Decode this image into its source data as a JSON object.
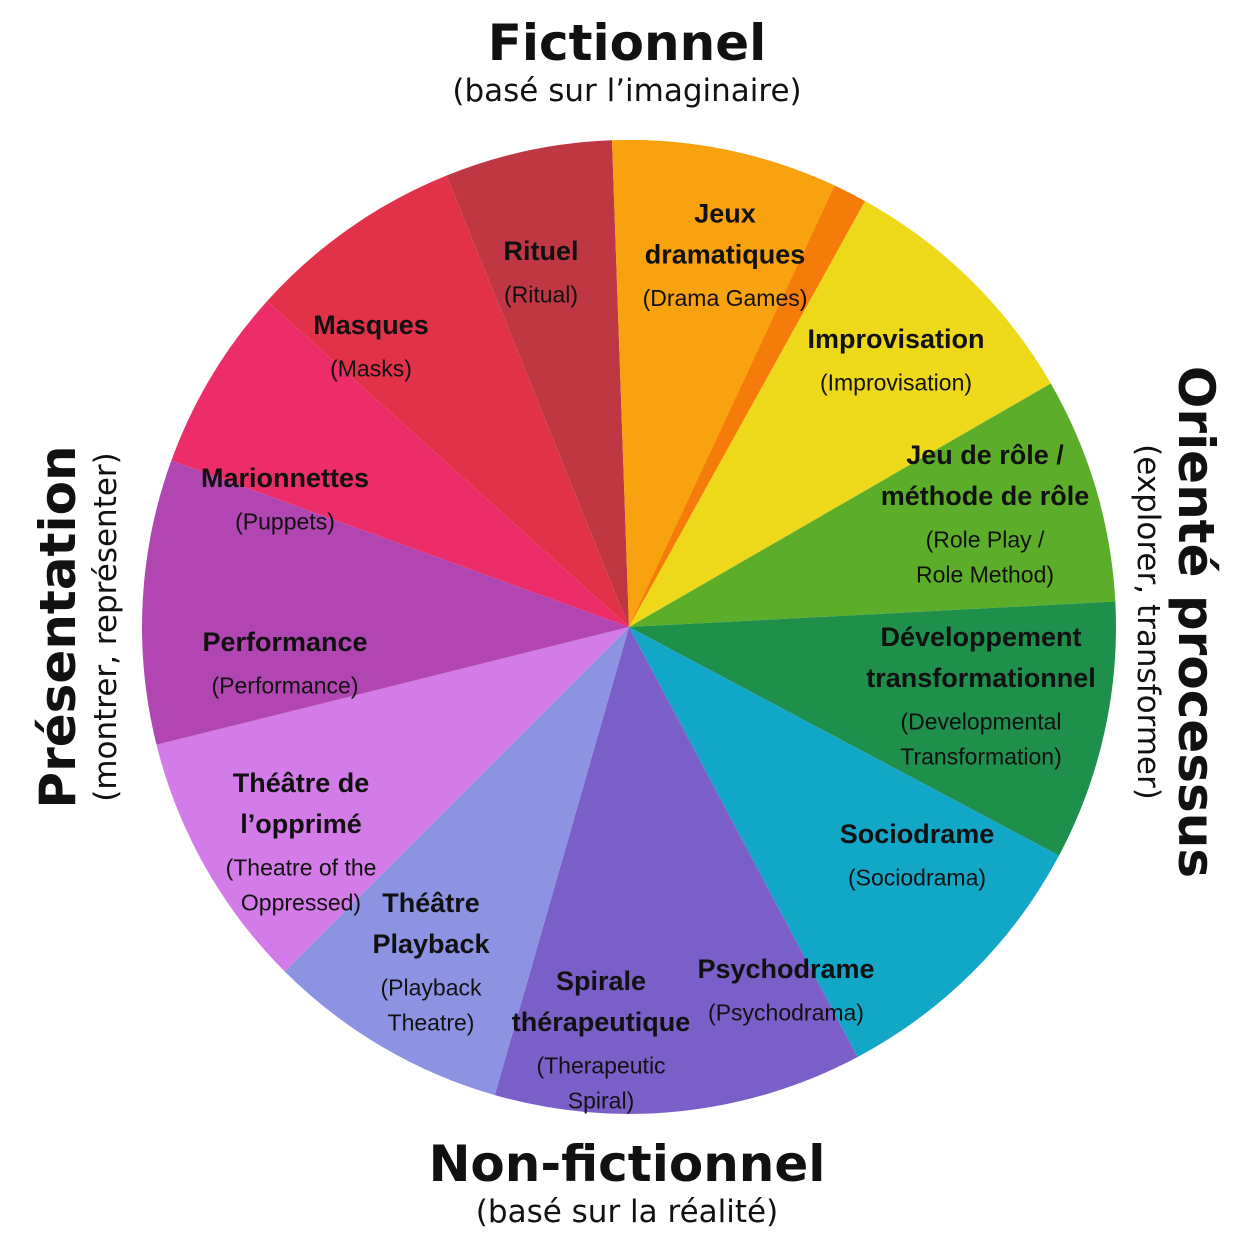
{
  "axes": {
    "top": {
      "title": "Fictionnel",
      "subtitle": "(basé sur l’imaginaire)"
    },
    "bottom": {
      "title": "Non-fictionnel",
      "subtitle": "(basé sur la réalité)"
    },
    "left": {
      "title": "Présentation",
      "subtitle": "(montrer, représenter)"
    },
    "right": {
      "title": "Orienté processus",
      "subtitle": "(explorer, transformer)"
    }
  },
  "segments": [
    {
      "id": "jeux-dramatiques",
      "name": [
        "Jeux",
        "dramatiques"
      ],
      "sub": [
        "(Drama Games)"
      ],
      "color": "#F57B0A"
    },
    {
      "id": "improvisation",
      "name": [
        "Improvisation"
      ],
      "sub": [
        "(Improvisation)"
      ],
      "color": "#EED81A"
    },
    {
      "id": "jeu-de-role",
      "name": [
        "Jeu de rôle /",
        "méthode de rôle"
      ],
      "sub": [
        "(Role Play /",
        "Role Method)"
      ],
      "color": "#5CAE2A"
    },
    {
      "id": "developpement-transformationnel",
      "name": [
        "Développement",
        "transformationnel"
      ],
      "sub": [
        "(Developmental",
        "Transformation)"
      ],
      "color": "#1F8F4C"
    },
    {
      "id": "sociodrame",
      "name": [
        "Sociodrame"
      ],
      "sub": [
        "(Sociodrama)"
      ],
      "color": "#12A6C7"
    },
    {
      "id": "psychodrame",
      "name": [
        "Psychodrame"
      ],
      "sub": [
        "(Psychodrama)"
      ],
      "color": "#7B5FC9"
    },
    {
      "id": "spirale-therapeutique",
      "name": [
        "Spirale",
        "thérapeutique"
      ],
      "sub": [
        "(Therapeutic",
        "Spiral)"
      ],
      "color": "#8C93E3"
    },
    {
      "id": "theatre-playback",
      "name": [
        "Théâtre",
        "Playback"
      ],
      "sub": [
        "(Playback",
        "Theatre)"
      ],
      "color": "#D37BE8"
    },
    {
      "id": "theatre-opprime",
      "name": [
        "Théâtre de",
        "l’opprimé"
      ],
      "sub": [
        "(Theatre of the",
        "Oppressed)"
      ],
      "color": "#B145B2"
    },
    {
      "id": "performance",
      "name": [
        "Performance"
      ],
      "sub": [
        "(Performance)"
      ],
      "color": "#EC2D69"
    },
    {
      "id": "marionnettes",
      "name": [
        "Marionnettes"
      ],
      "sub": [
        "(Puppets)"
      ],
      "color": "#E2324A"
    },
    {
      "id": "masques",
      "name": [
        "Masques"
      ],
      "sub": [
        "(Masks)"
      ],
      "color": "#BE3743"
    },
    {
      "id": "rituel",
      "name": [
        "Rituel"
      ],
      "sub": [
        "(Ritual)"
      ],
      "color": "#F8A20F"
    }
  ]
}
